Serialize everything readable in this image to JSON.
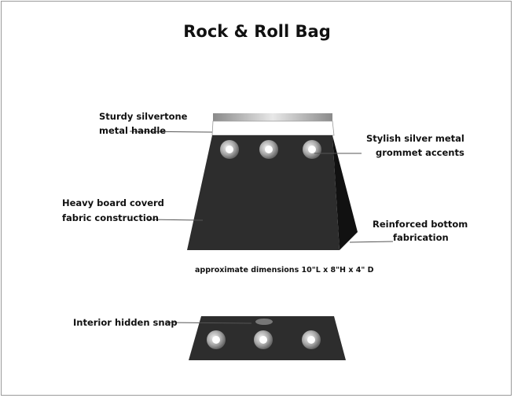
{
  "title": "Rock & Roll Bag",
  "callouts": {
    "handle": [
      "Sturdy silvertone",
      "metal handle"
    ],
    "grommets": [
      "Stylish silver metal",
      "grommet accents"
    ],
    "construction": [
      "Heavy board coverd",
      "fabric construction"
    ],
    "bottom": [
      "Reinforced bottom",
      "fabrication"
    ],
    "snap": "Interior hidden snap"
  },
  "dimensions": "approximate dimensions 10\"L x 8\"H x 4\" D",
  "colors": {
    "bag": "#2d2d2d",
    "side": "#111111",
    "metal": "#b0b0b0"
  }
}
